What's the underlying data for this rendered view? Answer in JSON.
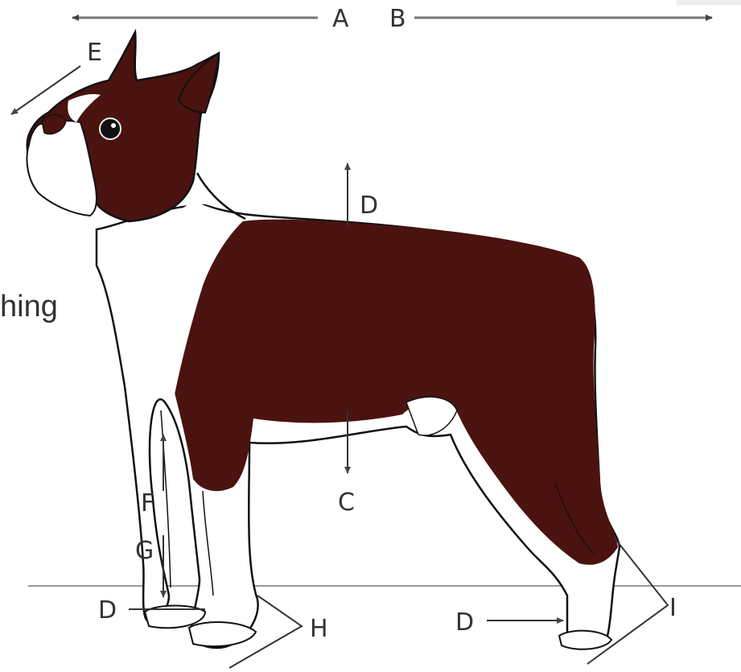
{
  "labels": {
    "a": "A",
    "b": "B",
    "c": "C",
    "d_back": "D",
    "d_front_foot": "D",
    "d_rear_foot": "D",
    "e": "E",
    "f": "F",
    "g": "G",
    "h": "H",
    "i": "I"
  },
  "side_text": "hing",
  "colors": {
    "coat": "#4a130f",
    "white_markings": "#ffffff",
    "outline": "#111111",
    "arrows": "#777777",
    "ground": "#9a9a9a"
  }
}
